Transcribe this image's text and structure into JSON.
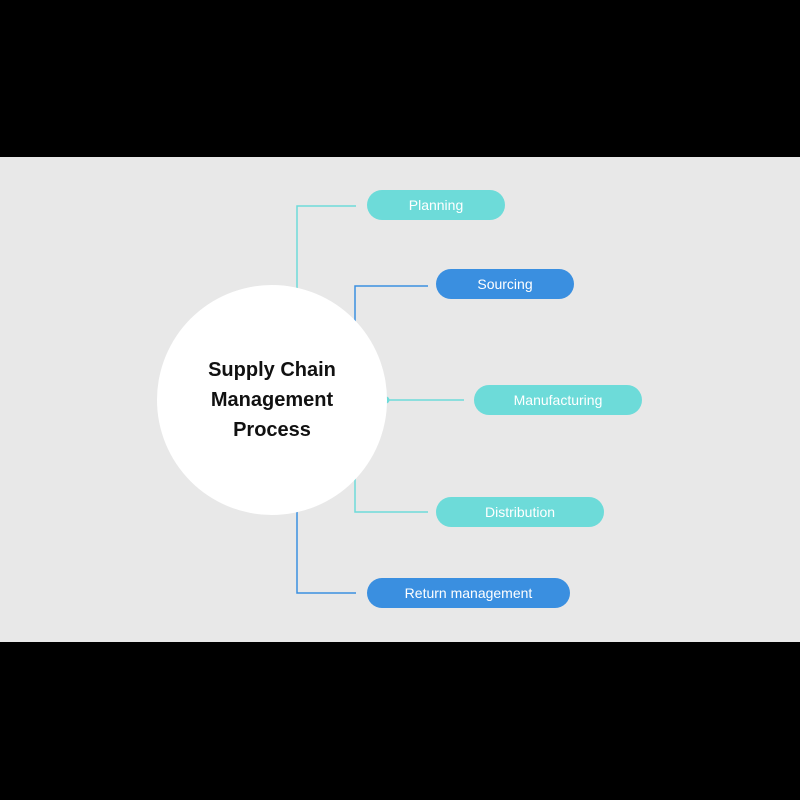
{
  "diagram": {
    "title": "Supply Chain Management Process",
    "stages": [
      {
        "label": "Planning",
        "color": "#6ddbd9"
      },
      {
        "label": "Sourcing",
        "color": "#3a8fe0"
      },
      {
        "label": "Manufacturing",
        "color": "#6ddbd9"
      },
      {
        "label": "Distribution",
        "color": "#6ddbd9"
      },
      {
        "label": "Return management",
        "color": "#3a8fe0"
      }
    ]
  },
  "colors": {
    "background": "#e8e8e8",
    "letterbox": "#000000",
    "hub": "#ffffff",
    "accent_light": "#6ddbd9",
    "accent_dark": "#3a8fe0"
  }
}
